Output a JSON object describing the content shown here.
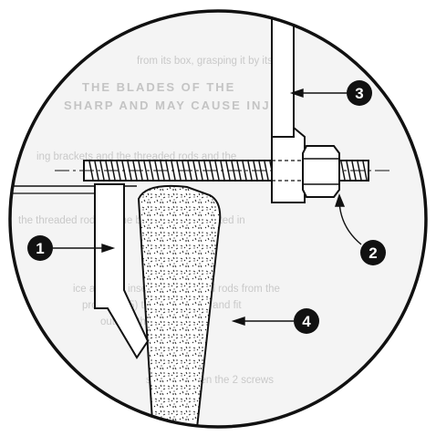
{
  "background_text": {
    "line1": "from its box, grasping it by its",
    "line2": "THE BLADES OF THE",
    "line3": "SHARP AND MAY CAUSE INJUR",
    "line4": "ing brackets and the threaded rods and the",
    "line5": "the threaded rods on the brackets as indicated in",
    "line6": "ice around, insert the threaded rods from the",
    "line7": "provided (5) to the brackets and fit",
    "line8": "outside the circle.",
    "line9": "slightly loosen the 2 screws"
  },
  "callouts": [
    {
      "id": "callout-1",
      "number": "1"
    },
    {
      "id": "callout-2",
      "number": "2"
    },
    {
      "id": "callout-3",
      "number": "3"
    },
    {
      "id": "callout-4",
      "number": "4"
    }
  ],
  "colors": {
    "ink": "#111111",
    "paper": "#f4f4f4",
    "background_text": "#c9c9c9"
  }
}
